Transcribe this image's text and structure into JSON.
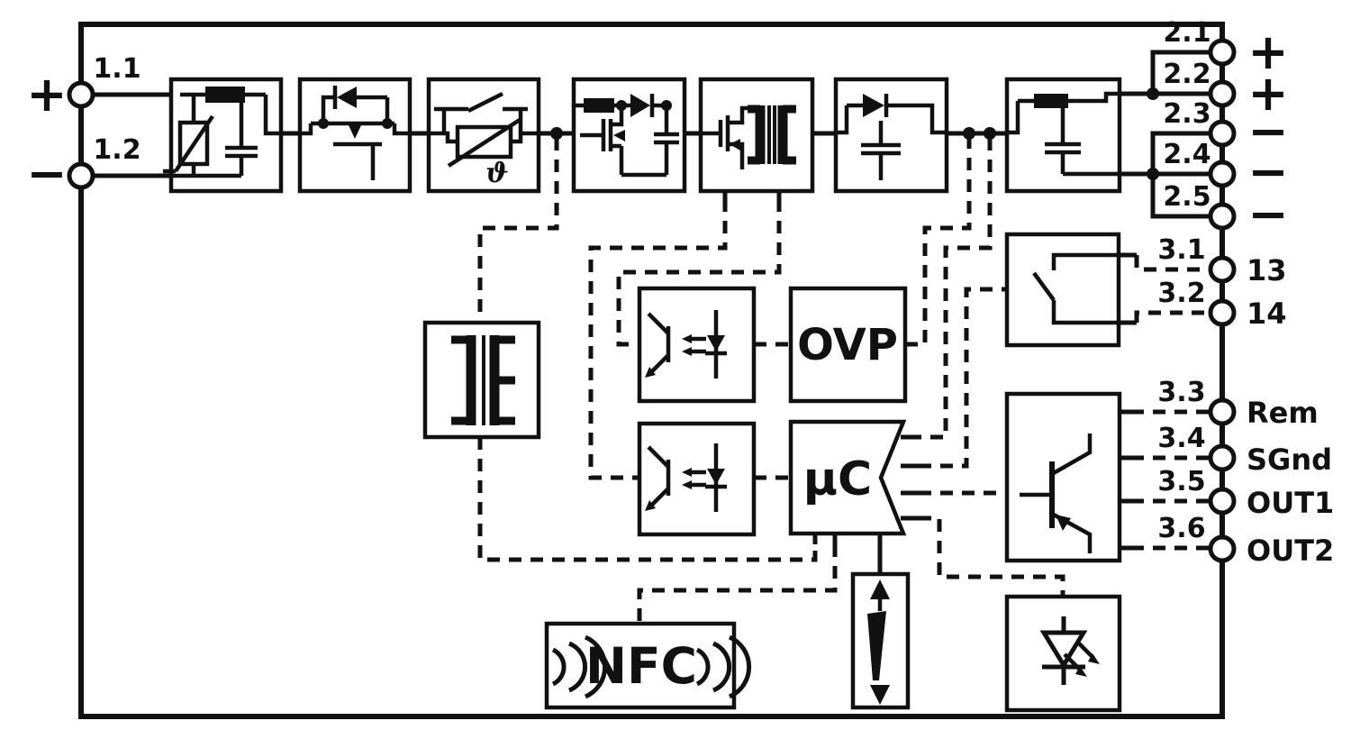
{
  "terminals": {
    "input": [
      {
        "id": "1.1",
        "sign": "+"
      },
      {
        "id": "1.2",
        "sign": "−"
      }
    ],
    "output": [
      {
        "id": "2.1",
        "sign": "+"
      },
      {
        "id": "2.2",
        "sign": "+"
      },
      {
        "id": "2.3",
        "sign": "−"
      },
      {
        "id": "2.4",
        "sign": "−"
      },
      {
        "id": "2.5",
        "sign": "−"
      }
    ],
    "signal": [
      {
        "id": "3.1",
        "label": "13"
      },
      {
        "id": "3.2",
        "label": "14"
      },
      {
        "id": "3.3",
        "label": "Rem"
      },
      {
        "id": "3.4",
        "label": "SGnd"
      },
      {
        "id": "3.5",
        "label": "OUT1"
      },
      {
        "id": "3.6",
        "label": "OUT2"
      }
    ]
  },
  "blocks": {
    "ovp": "OVP",
    "mcu": "μC",
    "nfc": "NFC",
    "thermistor_symbol": "ϑ"
  },
  "colors": {
    "line": "#111111",
    "background": "#ffffff"
  }
}
